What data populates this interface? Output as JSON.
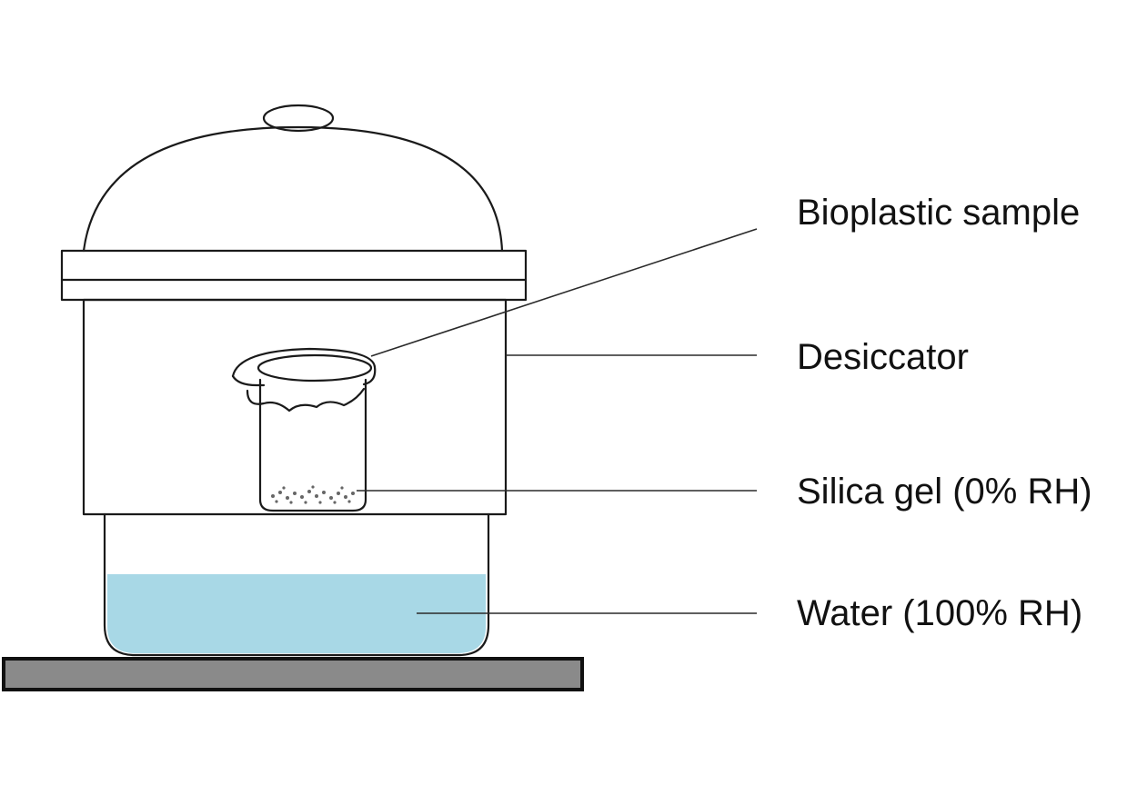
{
  "labels": {
    "bioplastic_sample": "Bioplastic sample",
    "desiccator": "Desiccator",
    "silica_gel": "Silica gel (0% RH)",
    "water": "Water (100% RH)"
  },
  "colors": {
    "water": "#a8d8e6",
    "base_plate": "#8a8a8a",
    "outline": "#1a1a1a",
    "background": "#ffffff"
  },
  "icons": {
    "lid": "dome-lid-icon",
    "beaker": "beaker-icon",
    "plate": "base-plate-icon"
  }
}
